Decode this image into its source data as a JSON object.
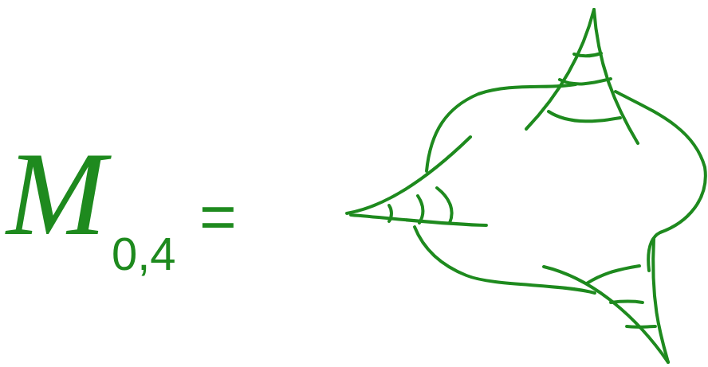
{
  "diagram": {
    "labels": [
      "M",
      "0,4",
      "="
    ]
  }
}
